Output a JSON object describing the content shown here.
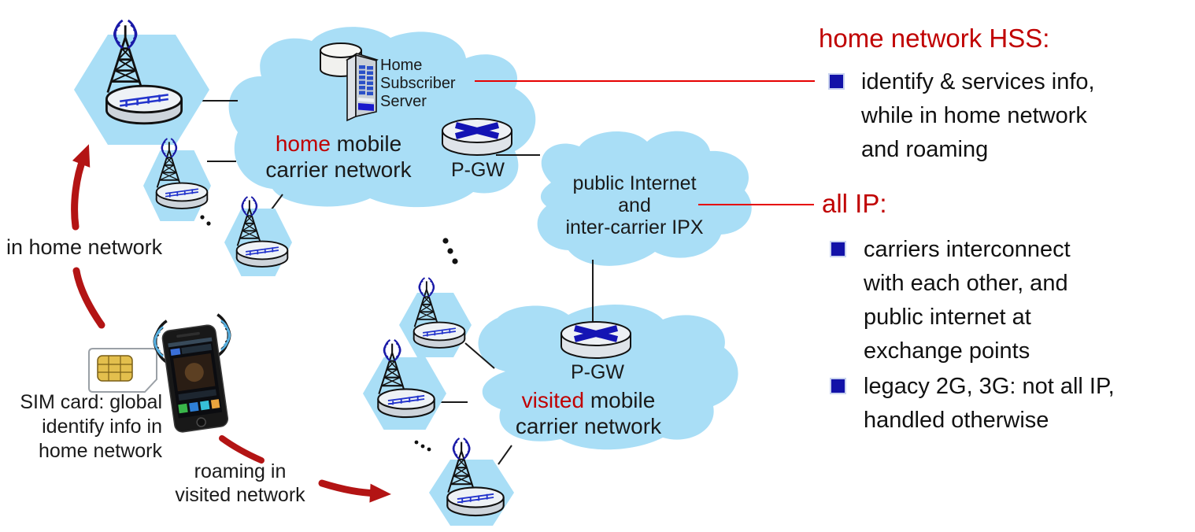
{
  "diagram": {
    "home_cloud": {
      "red_word": "home",
      "rest": " mobile",
      "line2": "carrier network"
    },
    "visited_cloud": {
      "red_word": "visited",
      "rest": " mobile",
      "line2": "carrier network"
    },
    "internet_cloud_label": "public Internet\nand\ninter-carrier IPX",
    "hss_label": "Home\nSubscriber\nServer",
    "pgw_home_label": "P-GW",
    "pgw_visited_label": "P-GW",
    "in_home_label": "in home network",
    "sim_label": "SIM card: global\nidentify info in\nhome network",
    "roaming_label": "roaming in\nvisited network"
  },
  "panel": {
    "sections": [
      {
        "heading": "home network HSS:",
        "bullets": [
          "identify & services info,\nwhile in home network\nand roaming"
        ]
      },
      {
        "heading": "all IP:",
        "bullets": [
          "carriers interconnect\nwith each other, and\npublic internet at\nexchange points",
          "legacy 2G, 3G: not all IP,\nhandled otherwise"
        ]
      }
    ]
  },
  "colors": {
    "cloud_blue": "#a9def6",
    "accent_red": "#c00000",
    "arrow_red": "#b31414",
    "callout_line_red": "#e60000",
    "bullet_navy": "#1212a8",
    "antenna_blue": "#2233cc"
  }
}
